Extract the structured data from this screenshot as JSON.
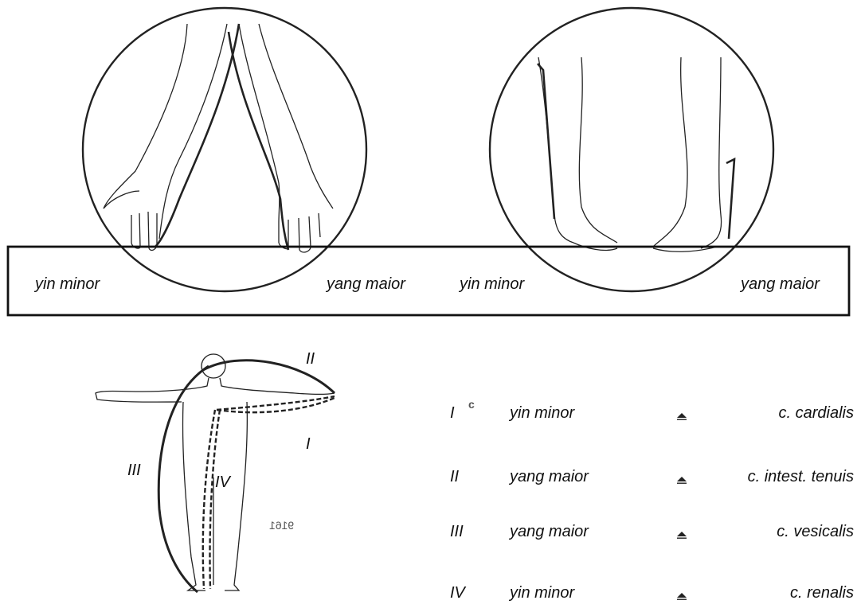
{
  "band_labels": {
    "left_yin": "yin minor",
    "left_yang": "yang maior",
    "right_yin": "yin minor",
    "right_yang": "yang maior"
  },
  "figure_numerals": {
    "n1": "I",
    "n2": "II",
    "n3": "III",
    "n4": "IV"
  },
  "stray_marks": {
    "c_mark": "c",
    "mirror_text": "9161"
  },
  "table": [
    {
      "num": "I",
      "phase": "yin minor",
      "organ": "c. cardialis"
    },
    {
      "num": "II",
      "phase": "yang maior",
      "organ": "c. intest. tenuis"
    },
    {
      "num": "III",
      "phase": "yang maior",
      "organ": "c. vesicalis"
    },
    {
      "num": "IV",
      "phase": "yin minor",
      "organ": "c. renalis"
    }
  ]
}
